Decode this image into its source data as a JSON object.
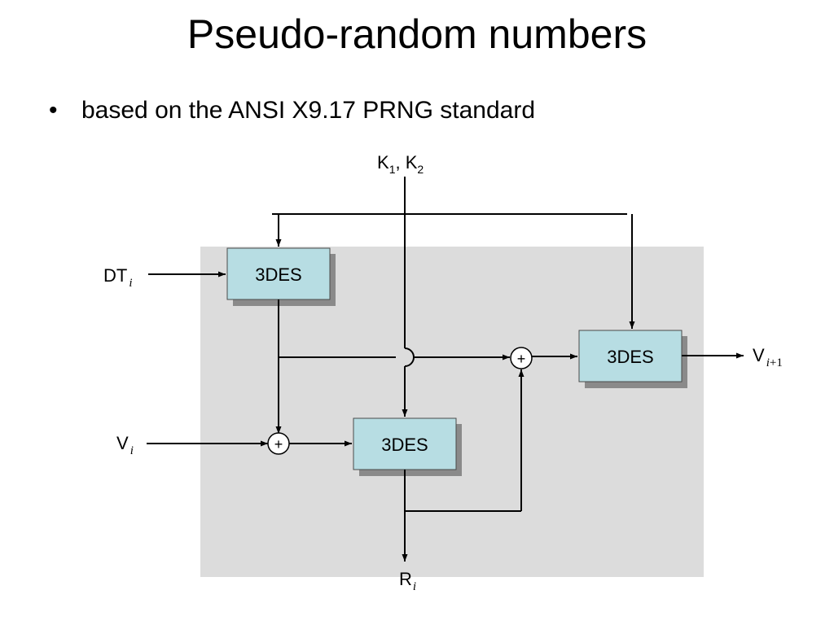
{
  "slide": {
    "title": "Pseudo-random numbers",
    "bullet_marker": "•",
    "bullet_text": "based on the ANSI X9.17 PRNG standard"
  },
  "diagram": {
    "key_input": {
      "k1": "K",
      "k1_sub": "1",
      "separator": ", ",
      "k2": "K",
      "k2_sub": "2"
    },
    "inputs": {
      "dt": "DT",
      "dt_sub": "i",
      "v": "V",
      "v_sub": "i"
    },
    "outputs": {
      "r": "R",
      "r_sub": "i",
      "v_next": "V",
      "v_next_sub_index": "i",
      "v_next_sub_rest": "+1"
    },
    "blocks": {
      "top_left": "3DES",
      "bottom_middle": "3DES",
      "right": "3DES"
    },
    "xor_symbol": "+",
    "colors": {
      "shaded_region": "#dcdcdc",
      "block_fill": "#b7dde3",
      "block_shadow": "#8a8a8a",
      "line": "#000000"
    }
  }
}
